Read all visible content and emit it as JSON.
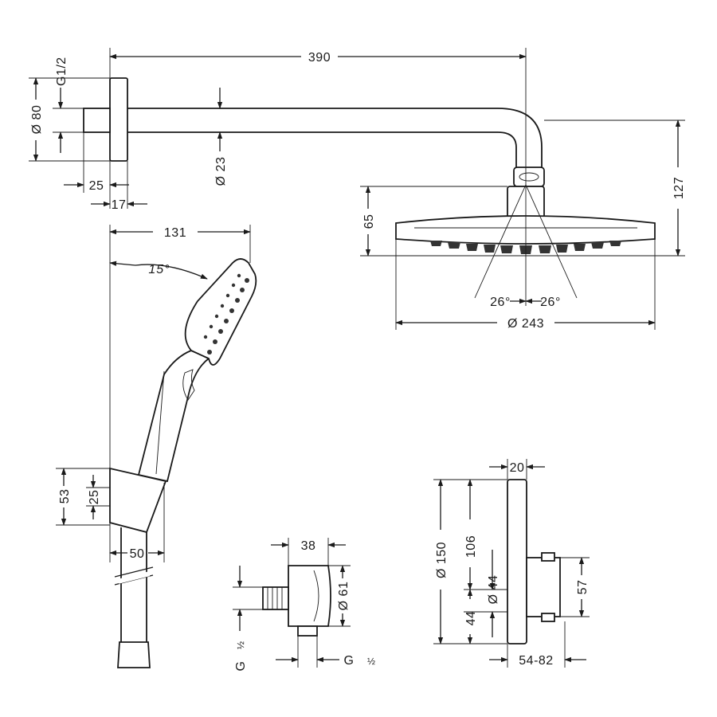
{
  "overhead_shower": {
    "arm_length": "390",
    "thread": "G1/2",
    "flange_diameter": "Ø 80",
    "arm_diameter": "Ø 23",
    "wall_offset": "25",
    "flange_depth": "17",
    "head_height": "65",
    "total_drop": "127",
    "spray_angle_left": "26°",
    "spray_angle_right": "26°",
    "head_diameter": "Ø 243"
  },
  "hand_shower": {
    "length": "131",
    "tilt_angle": "15°",
    "holder_height": "53",
    "holder_offset": "25",
    "holder_width": "50"
  },
  "wall_outlet": {
    "depth": "38",
    "diameter": "Ø 61",
    "thread_left_label": "G",
    "thread_left_fraction": "½",
    "thread_right_label": "G",
    "thread_right_fraction": "½"
  },
  "thermostat": {
    "plate_depth": "20",
    "plate_height": "Ø 150",
    "upper_offset": "106",
    "knob_diameter": "Ø 44",
    "lower_offset": "44",
    "knob_height": "57",
    "projection_range": "54-82"
  }
}
